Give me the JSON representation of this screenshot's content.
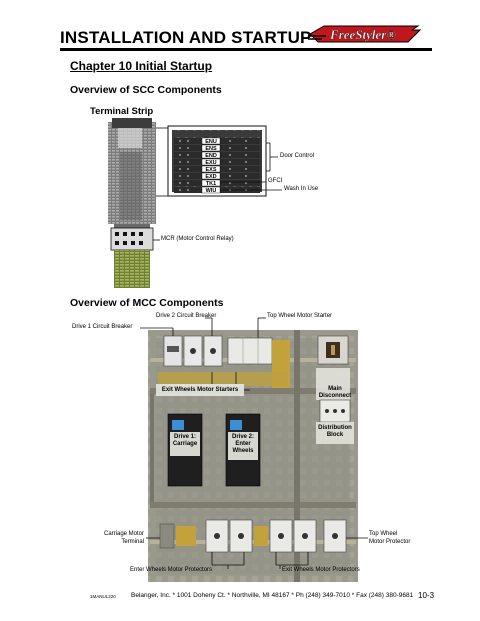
{
  "header": {
    "title": "INSTALLATION AND STARTUP",
    "logo_text": "FreeStyler®"
  },
  "chapter_title": "Chapter 10 Initial Startup",
  "scc": {
    "title": "Overview of SCC Components",
    "terminal_strip_title": "Terminal Strip",
    "relays": [
      "ENU",
      "ENS",
      "END",
      "EXU",
      "EXS",
      "EXD",
      "TK1",
      "WIU"
    ],
    "callouts": {
      "door_control": "Door Control",
      "gfci": "GFCI",
      "wash_in_use": "Wash In Use",
      "mcr": "MCR (Motor Control Relay)"
    }
  },
  "mcc": {
    "title": "Overview of MCC Components",
    "callouts": {
      "drive2_breaker": "Drive 2 Circuit Breaker",
      "drive1_breaker": "Drive 1 Circuit Breaker",
      "top_wheel_starter": "Top Wheel Motor Starter",
      "main_disconnect_1": "Main",
      "main_disconnect_2": "Disconnect",
      "exit_wheels_starters": "Exit Wheels Motor Starters",
      "drive1_1": "Drive 1:",
      "drive1_2": "Carriage",
      "drive2_1": "Drive 2:",
      "drive2_2": "Enter",
      "drive2_3": "Wheels",
      "distribution_1": "Distribution",
      "distribution_2": "Block",
      "carriage_terminal_1": "Carriage Motor",
      "carriage_terminal_2": "Terminal",
      "top_wheel_protector_1": "Top Wheel",
      "top_wheel_protector_2": "Motor Protector",
      "enter_wheels_protectors": "Enter Wheels Motor Protectors",
      "exit_wheels_protectors": "Exit Wheels Motor Protectors"
    }
  },
  "footer": {
    "code": "1MANUL220",
    "address": "Belanger, Inc. * 1001 Doheny Ct. * Northville, MI 48167 * Ph (248) 349-7010 * Fax (248) 380-9681",
    "page": "10-3"
  }
}
